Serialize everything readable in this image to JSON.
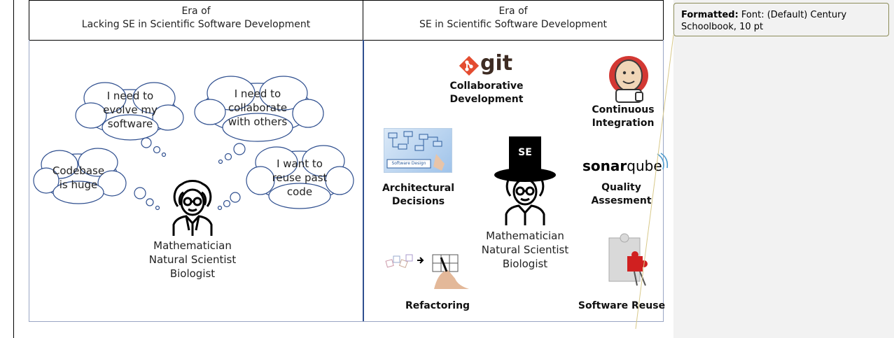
{
  "left_panel": {
    "header": [
      "Era of",
      "Lacking SE in Scientific Software Development"
    ],
    "thoughts": [
      {
        "text": [
          "I need to",
          "evolve my",
          "software"
        ]
      },
      {
        "text": [
          "I need to",
          "collaborate",
          "with others"
        ]
      },
      {
        "text": [
          "Codebase",
          "is huge"
        ]
      },
      {
        "text": [
          "I want to",
          "reuse past",
          "code"
        ]
      }
    ],
    "scientist_roles": [
      "Mathematician",
      "Natural Scientist",
      "Biologist"
    ]
  },
  "right_panel": {
    "header": [
      "Era of",
      "SE in Scientific Software Development"
    ],
    "git_logo": "git",
    "hat_label": "SE",
    "sonar_logo": {
      "bold": "sonar",
      "light": "qube"
    },
    "diagram_caption": "Software Design",
    "practices": {
      "collaborative": [
        "Collaborative",
        "Development"
      ],
      "ci": [
        "Continuous",
        "Integration"
      ],
      "architecture": [
        "Architectural",
        "Decisions"
      ],
      "quality": "Quality Assesment",
      "refactoring": "Refactoring",
      "reuse": "Software Reuse"
    },
    "scientist_roles": [
      "Mathematician",
      "Natural Scientist",
      "Biologist"
    ]
  },
  "comment": {
    "label": "Formatted:",
    "text": " Font: (Default) Century Schoolbook, 10 pt"
  }
}
